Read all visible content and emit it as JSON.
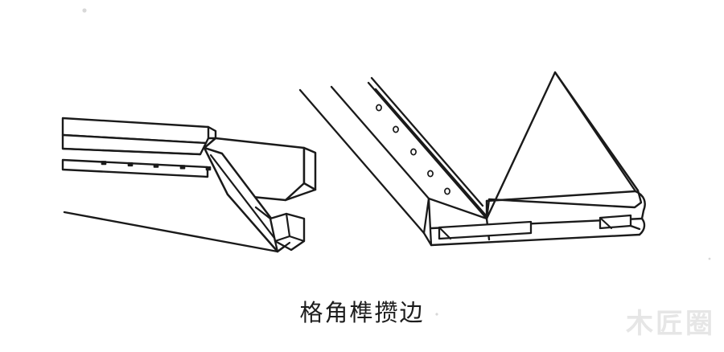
{
  "figure": {
    "caption": "格角榫攒边",
    "watermark": "木匠圈",
    "background_color": "#ffffff",
    "ink_color": "#1a1a1a",
    "watermark_color": "#e6e6e6",
    "subject": "traditional-chinese-mitred-mortise-and-tenon-frame-joint",
    "parts": [
      {
        "name": "left-rail-with-mitre-and-tenon",
        "description": "长边抹头，端部格角（45°斜切）并带透榫",
        "peg_marks": 5,
        "peg_mark_shape": "small-filled-rectangle"
      },
      {
        "name": "right-frame-corner-assembly",
        "description": "攒边框架转角，斜边与横边相交，开槽并留榫眼",
        "peg_marks": 5,
        "peg_mark_shape": "small-open-circle",
        "mortise_slots": 2
      }
    ]
  }
}
